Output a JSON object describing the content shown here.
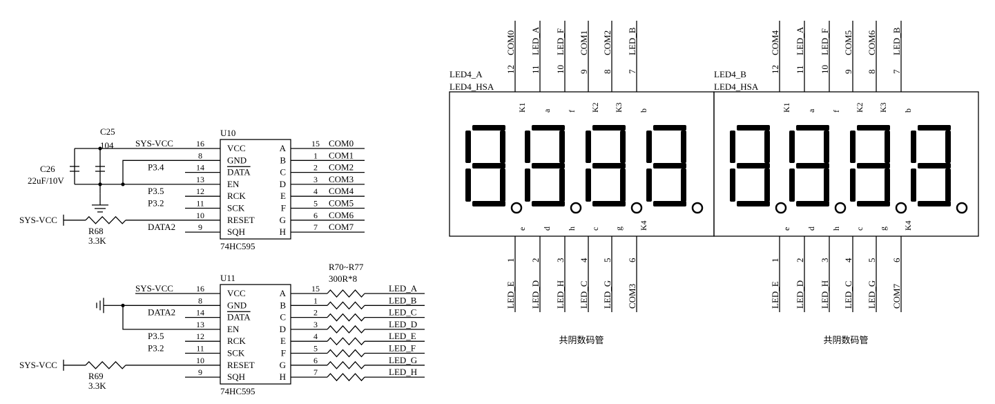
{
  "power": {
    "sys_vcc": "SYS-VCC"
  },
  "caps": {
    "c25_ref": "C25",
    "c25_val": "104",
    "c26_ref": "C26",
    "c26_val": "22uF/10V"
  },
  "resistors": {
    "r68_ref": "R68",
    "r68_val": "3.3K",
    "r69_ref": "R69",
    "r69_val": "3.3K",
    "rarray_ref": "R70~R77",
    "rarray_val": "300R*8"
  },
  "u10": {
    "ref": "U10",
    "part": "74HC595",
    "left_pins": [
      {
        "num": "16",
        "name": "VCC",
        "net": "SYS-VCC"
      },
      {
        "num": "8",
        "name": "GND",
        "net": ""
      },
      {
        "num": "14",
        "name": "DATA",
        "net": "P3.4"
      },
      {
        "num": "13",
        "name": "EN",
        "net": ""
      },
      {
        "num": "12",
        "name": "RCK",
        "net": "P3.5"
      },
      {
        "num": "11",
        "name": "SCK",
        "net": "P3.2"
      },
      {
        "num": "10",
        "name": "RESET",
        "net": ""
      },
      {
        "num": "9",
        "name": "SQH",
        "net": "DATA2"
      }
    ],
    "right_pins": [
      {
        "num": "15",
        "name": "A",
        "net": "COM0"
      },
      {
        "num": "1",
        "name": "B",
        "net": "COM1"
      },
      {
        "num": "2",
        "name": "C",
        "net": "COM2"
      },
      {
        "num": "3",
        "name": "D",
        "net": "COM3"
      },
      {
        "num": "4",
        "name": "E",
        "net": "COM4"
      },
      {
        "num": "5",
        "name": "F",
        "net": "COM5"
      },
      {
        "num": "6",
        "name": "G",
        "net": "COM6"
      },
      {
        "num": "7",
        "name": "H",
        "net": "COM7"
      }
    ]
  },
  "u11": {
    "ref": "U11",
    "part": "74HC595",
    "left_pins": [
      {
        "num": "16",
        "name": "VCC",
        "net": "SYS-VCC"
      },
      {
        "num": "8",
        "name": "GND",
        "net": ""
      },
      {
        "num": "14",
        "name": "DATA",
        "net": "DATA2"
      },
      {
        "num": "13",
        "name": "EN",
        "net": ""
      },
      {
        "num": "12",
        "name": "RCK",
        "net": "P3.5"
      },
      {
        "num": "11",
        "name": "SCK",
        "net": "P3.2"
      },
      {
        "num": "10",
        "name": "RESET",
        "net": ""
      },
      {
        "num": "9",
        "name": "SQH",
        "net": ""
      }
    ],
    "right_pins": [
      {
        "num": "15",
        "name": "A",
        "net": "LED_A"
      },
      {
        "num": "1",
        "name": "B",
        "net": "LED_B"
      },
      {
        "num": "2",
        "name": "C",
        "net": "LED_C"
      },
      {
        "num": "3",
        "name": "D",
        "net": "LED_D"
      },
      {
        "num": "4",
        "name": "E",
        "net": "LED_E"
      },
      {
        "num": "5",
        "name": "F",
        "net": "LED_F"
      },
      {
        "num": "6",
        "name": "G",
        "net": "LED_G"
      },
      {
        "num": "7",
        "name": "H",
        "net": "LED_H"
      }
    ]
  },
  "displays": [
    {
      "ref": "LED4_A",
      "part": "LED4_HSA",
      "caption": "共阴数码管",
      "top_pins": [
        {
          "num": "12",
          "net": "COM0",
          "inner": "K1"
        },
        {
          "num": "11",
          "net": "LED_A",
          "inner": "a"
        },
        {
          "num": "10",
          "net": "LED_F",
          "inner": "f"
        },
        {
          "num": "9",
          "net": "COM1",
          "inner": "K2"
        },
        {
          "num": "8",
          "net": "COM2",
          "inner": "K3"
        },
        {
          "num": "7",
          "net": "LED_B",
          "inner": "b"
        }
      ],
      "bottom_pins": [
        {
          "num": "1",
          "net": "LED_E",
          "inner": "e"
        },
        {
          "num": "2",
          "net": "LED_D",
          "inner": "d"
        },
        {
          "num": "3",
          "net": "LED_H",
          "inner": "h"
        },
        {
          "num": "4",
          "net": "LED_C",
          "inner": "c"
        },
        {
          "num": "5",
          "net": "LED_G",
          "inner": "g"
        },
        {
          "num": "6",
          "net": "COM3",
          "inner": "K4"
        }
      ]
    },
    {
      "ref": "LED4_B",
      "part": "LED4_HSA",
      "caption": "共阴数码管",
      "top_pins": [
        {
          "num": "12",
          "net": "COM4",
          "inner": "K1"
        },
        {
          "num": "11",
          "net": "LED_A",
          "inner": "a"
        },
        {
          "num": "10",
          "net": "LED_F",
          "inner": "f"
        },
        {
          "num": "9",
          "net": "COM5",
          "inner": "K2"
        },
        {
          "num": "8",
          "net": "COM6",
          "inner": "K3"
        },
        {
          "num": "7",
          "net": "LED_B",
          "inner": "b"
        }
      ],
      "bottom_pins": [
        {
          "num": "1",
          "net": "LED_E",
          "inner": "e"
        },
        {
          "num": "2",
          "net": "LED_D",
          "inner": "d"
        },
        {
          "num": "3",
          "net": "LED_H",
          "inner": "h"
        },
        {
          "num": "4",
          "net": "LED_C",
          "inner": "c"
        },
        {
          "num": "5",
          "net": "LED_G",
          "inner": "g"
        },
        {
          "num": "6",
          "net": "COM7",
          "inner": "K4"
        }
      ]
    }
  ]
}
